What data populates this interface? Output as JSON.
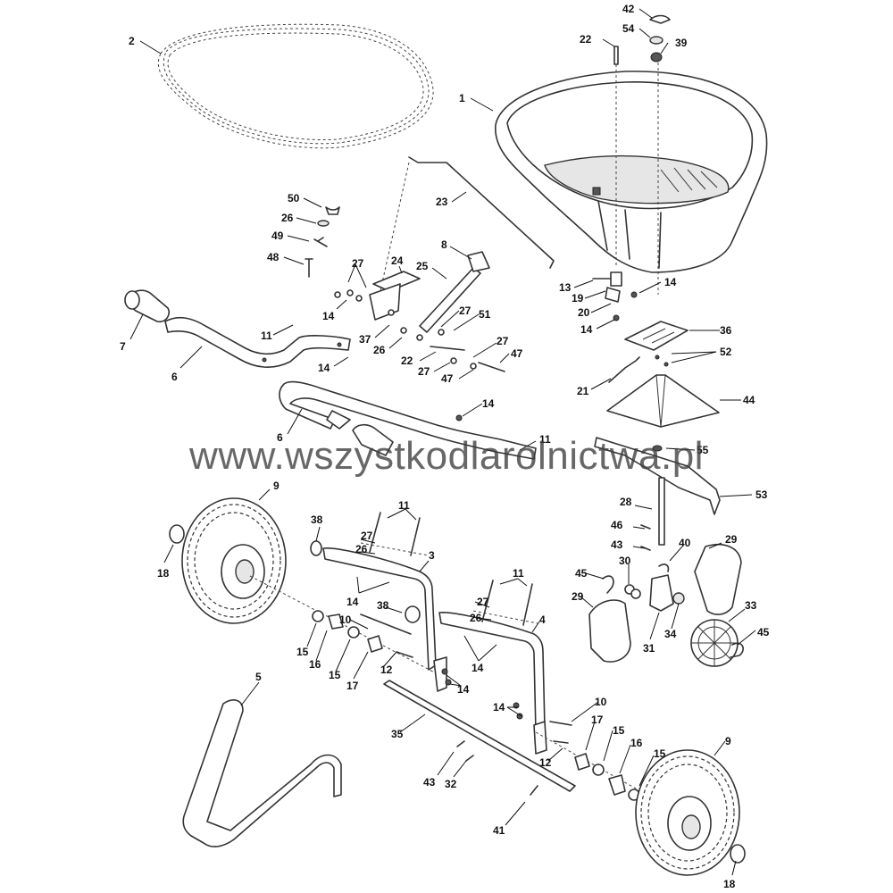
{
  "watermark": "www.wszystkodlarolnictwa.pl",
  "callouts": [
    {
      "id": "c-42",
      "text": "42"
    },
    {
      "id": "c-22a",
      "text": "22"
    },
    {
      "id": "c-54",
      "text": "54"
    },
    {
      "id": "c-39",
      "text": "39"
    },
    {
      "id": "c-2",
      "text": "2"
    },
    {
      "id": "c-1",
      "text": "1"
    },
    {
      "id": "c-23",
      "text": "23"
    },
    {
      "id": "c-50",
      "text": "50"
    },
    {
      "id": "c-26a",
      "text": "26"
    },
    {
      "id": "c-49",
      "text": "49"
    },
    {
      "id": "c-48",
      "text": "48"
    },
    {
      "id": "c-8",
      "text": "8"
    },
    {
      "id": "c-24",
      "text": "24"
    },
    {
      "id": "c-27a",
      "text": "27"
    },
    {
      "id": "c-25",
      "text": "25"
    },
    {
      "id": "c-14a",
      "text": "14"
    },
    {
      "id": "c-13",
      "text": "13"
    },
    {
      "id": "c-19",
      "text": "19"
    },
    {
      "id": "c-14b",
      "text": "14"
    },
    {
      "id": "c-20",
      "text": "20"
    },
    {
      "id": "c-14c",
      "text": "14"
    },
    {
      "id": "c-36",
      "text": "36"
    },
    {
      "id": "c-7",
      "text": "7"
    },
    {
      "id": "c-11a",
      "text": "11"
    },
    {
      "id": "c-37",
      "text": "37"
    },
    {
      "id": "c-26b",
      "text": "26"
    },
    {
      "id": "c-27b",
      "text": "27"
    },
    {
      "id": "c-51",
      "text": "51"
    },
    {
      "id": "c-27c",
      "text": "27"
    },
    {
      "id": "c-52",
      "text": "52"
    },
    {
      "id": "c-6a",
      "text": "6"
    },
    {
      "id": "c-14d",
      "text": "14"
    },
    {
      "id": "c-22b",
      "text": "22"
    },
    {
      "id": "c-27d",
      "text": "27"
    },
    {
      "id": "c-47a",
      "text": "47"
    },
    {
      "id": "c-47b",
      "text": "47"
    },
    {
      "id": "c-21",
      "text": "21"
    },
    {
      "id": "c-44",
      "text": "44"
    },
    {
      "id": "c-14e",
      "text": "14"
    },
    {
      "id": "c-6b",
      "text": "6"
    },
    {
      "id": "c-11b",
      "text": "11"
    },
    {
      "id": "c-55",
      "text": "55"
    },
    {
      "id": "c-9a",
      "text": "9"
    },
    {
      "id": "c-53",
      "text": "53"
    },
    {
      "id": "c-28",
      "text": "28"
    },
    {
      "id": "c-11c",
      "text": "11"
    },
    {
      "id": "c-38a",
      "text": "38"
    },
    {
      "id": "c-27e",
      "text": "27"
    },
    {
      "id": "c-46",
      "text": "46"
    },
    {
      "id": "c-26c",
      "text": "26"
    },
    {
      "id": "c-43a",
      "text": "43"
    },
    {
      "id": "c-40",
      "text": "40"
    },
    {
      "id": "c-29a",
      "text": "29"
    },
    {
      "id": "c-18a",
      "text": "18"
    },
    {
      "id": "c-3",
      "text": "3"
    },
    {
      "id": "c-11d",
      "text": "11"
    },
    {
      "id": "c-30",
      "text": "30"
    },
    {
      "id": "c-45a",
      "text": "45"
    },
    {
      "id": "c-14f",
      "text": "14"
    },
    {
      "id": "c-27f",
      "text": "27"
    },
    {
      "id": "c-38b",
      "text": "38"
    },
    {
      "id": "c-29b",
      "text": "29"
    },
    {
      "id": "c-26d",
      "text": "26"
    },
    {
      "id": "c-4",
      "text": "4"
    },
    {
      "id": "c-33",
      "text": "33"
    },
    {
      "id": "c-10a",
      "text": "10"
    },
    {
      "id": "c-15a",
      "text": "15"
    },
    {
      "id": "c-16a",
      "text": "16"
    },
    {
      "id": "c-15b",
      "text": "15"
    },
    {
      "id": "c-14g",
      "text": "14"
    },
    {
      "id": "c-31",
      "text": "31"
    },
    {
      "id": "c-34",
      "text": "34"
    },
    {
      "id": "c-45b",
      "text": "45"
    },
    {
      "id": "c-12a",
      "text": "12"
    },
    {
      "id": "c-17a",
      "text": "17"
    },
    {
      "id": "c-14h",
      "text": "14"
    },
    {
      "id": "c-5",
      "text": "5"
    },
    {
      "id": "c-14i",
      "text": "14"
    },
    {
      "id": "c-10b",
      "text": "10"
    },
    {
      "id": "c-35",
      "text": "35"
    },
    {
      "id": "c-17b",
      "text": "17"
    },
    {
      "id": "c-15c",
      "text": "15"
    },
    {
      "id": "c-9b",
      "text": "9"
    },
    {
      "id": "c-16b",
      "text": "16"
    },
    {
      "id": "c-12b",
      "text": "12"
    },
    {
      "id": "c-15d",
      "text": "15"
    },
    {
      "id": "c-43b",
      "text": "43"
    },
    {
      "id": "c-32",
      "text": "32"
    },
    {
      "id": "c-41",
      "text": "41"
    },
    {
      "id": "c-18b",
      "text": "18"
    }
  ]
}
